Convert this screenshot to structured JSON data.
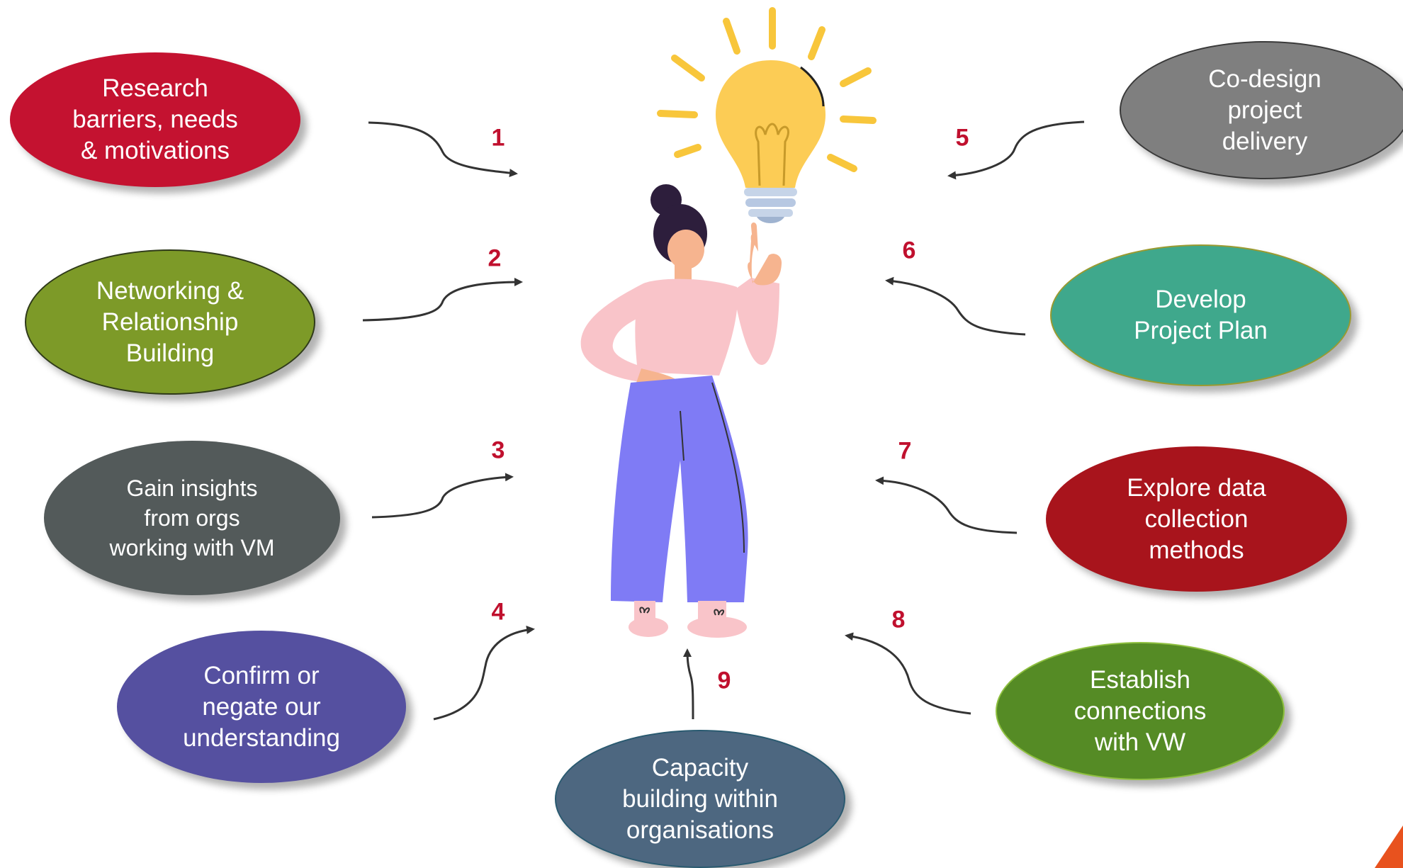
{
  "steps": [
    {
      "num": "1",
      "label": "Research\nbarriers, needs\n& motivations",
      "color": "#c41230"
    },
    {
      "num": "2",
      "label": "Networking &\nRelationship\nBuilding",
      "color": "#7d9a28"
    },
    {
      "num": "3",
      "label": "Gain insights\nfrom orgs\nworking with VM",
      "color": "#535a5a"
    },
    {
      "num": "4",
      "label": "Confirm or\nnegate our\nunderstanding",
      "color": "#5550a0"
    },
    {
      "num": "5",
      "label": "Co-design\nproject\ndelivery",
      "color": "#7f7f7f"
    },
    {
      "num": "6",
      "label": "Develop\nProject Plan",
      "color": "#3fa88c"
    },
    {
      "num": "7",
      "label": "Explore data\ncollection\nmethods",
      "color": "#a8141c"
    },
    {
      "num": "8",
      "label": "Establish\nconnections\nwith VW",
      "color": "#558b25"
    },
    {
      "num": "9",
      "label": "Capacity\nbuilding within\norganisations",
      "color": "#4d6780"
    }
  ]
}
